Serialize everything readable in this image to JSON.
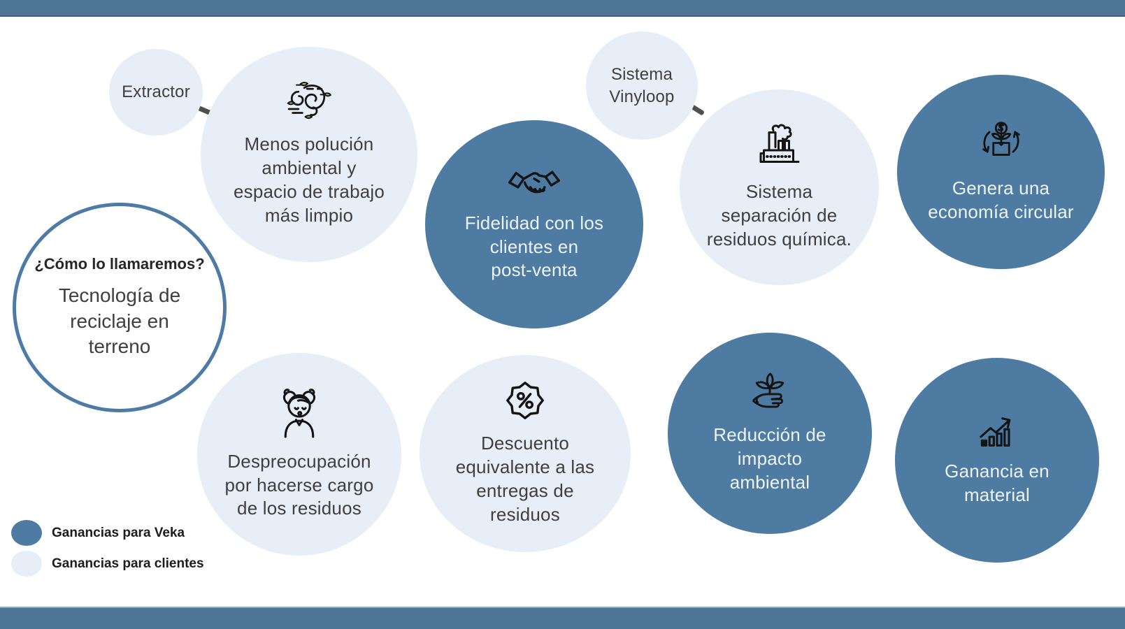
{
  "title_circle": {
    "question": "¿Cómo lo llamaremos?",
    "name": "Tecnología  de\nreciclaje en\nterreno"
  },
  "bubbles": {
    "extractor": {
      "label": "Extractor",
      "type": "client"
    },
    "polucion": {
      "label": "Menos polución\nambiental y\nespacio de trabajo\nmás limpio",
      "type": "client",
      "icon": "wind-icon"
    },
    "fidelidad": {
      "label": "Fidelidad con los\nclientes en\npost-venta",
      "type": "veka",
      "icon": "handshake-icon"
    },
    "vinyloop": {
      "label": "Sistema\nVinyloop",
      "type": "client"
    },
    "separacion": {
      "label": "Sistema\nseparación de\nresiduos química.",
      "type": "client",
      "icon": "factory-icon"
    },
    "economia": {
      "label": "Genera una\neconomía circular",
      "type": "veka",
      "icon": "circular-economy-icon"
    },
    "despreocupacion": {
      "label": "Despreocupación\npor hacerse cargo\nde los residuos",
      "type": "client",
      "icon": "relaxed-person-icon"
    },
    "descuento": {
      "label": "Descuento\nequivalente a las\nentregas de\nresiduos",
      "type": "client",
      "icon": "discount-badge-icon"
    },
    "reduccion": {
      "label": "Reducción de\nimpacto\nambiental",
      "type": "veka",
      "icon": "plant-hand-icon"
    },
    "ganancia": {
      "label": "Ganancia en\nmaterial",
      "type": "veka",
      "icon": "growth-chart-icon"
    }
  },
  "legend": {
    "veka": {
      "label": "Ganancias para Veka",
      "color": "#4d7ba1"
    },
    "clients": {
      "label": "Ganancias para  clientes",
      "color": "#e8eef8"
    }
  },
  "colors": {
    "veka_bubble": "#4d7ba1",
    "client_bubble": "#e8eef8",
    "band": "#4e7495",
    "outline_circle_border": "#4d7ba6",
    "connector": "#4f4f4f",
    "text_dark": "#3f3f3f",
    "text_light": "#eef3f9",
    "leaf_green": "#b5d96e"
  }
}
